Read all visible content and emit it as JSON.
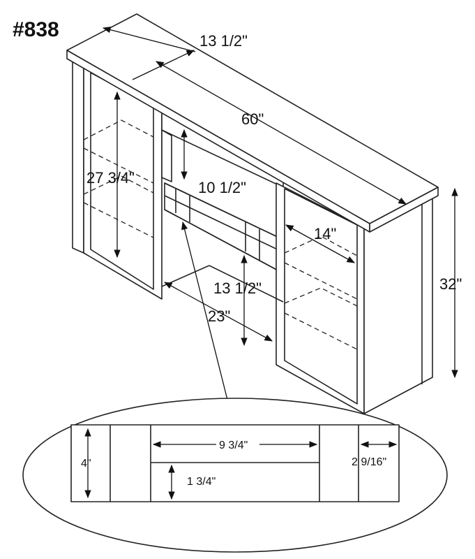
{
  "title": "#838",
  "dimensions": {
    "top_depth": "13 1/2\"",
    "width": "60\"",
    "side_height": "27 3/4\"",
    "cubby_width": "10 1/2\"",
    "shelf_depth": "14\"",
    "center_depth": "13 1/2\"",
    "center_width": "23\"",
    "overall_height": "32\""
  },
  "detail": {
    "height": "4\"",
    "opening_width": "9 3/4\"",
    "divider_height": "1 3/4\"",
    "end_width": "2 9/16\""
  }
}
